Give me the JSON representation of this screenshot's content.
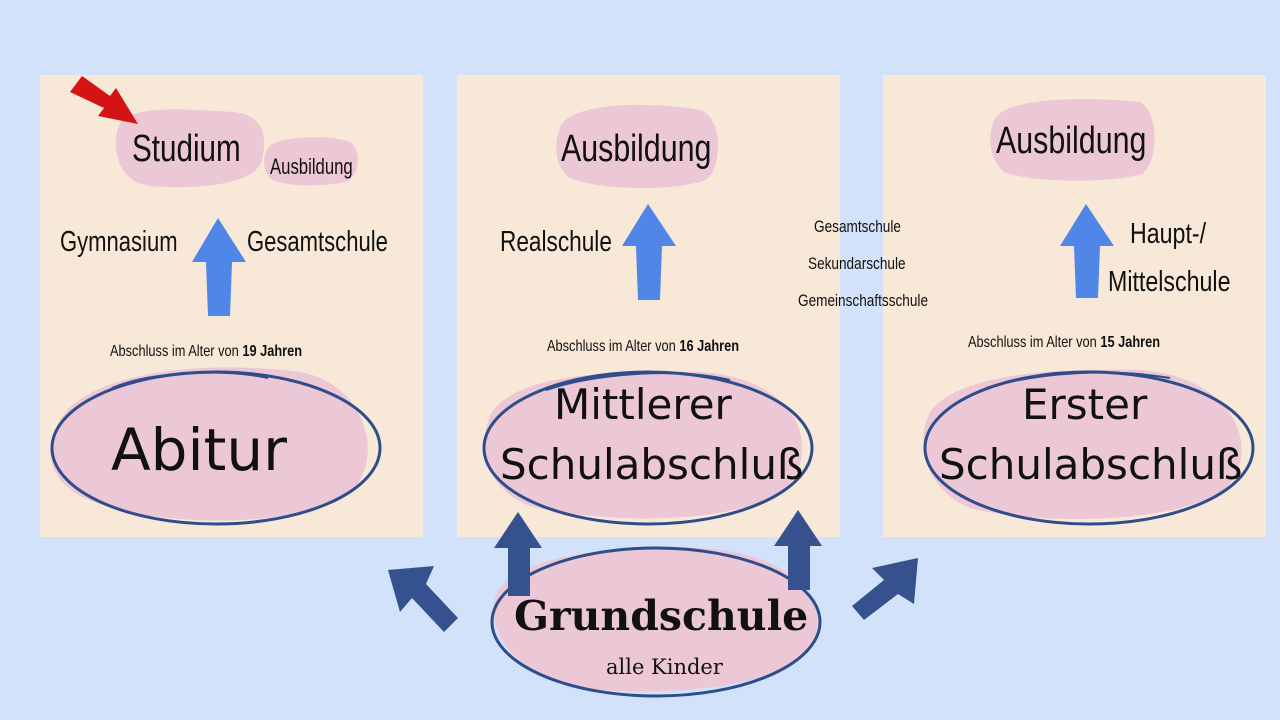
{
  "colors": {
    "background": "#d3e2fb",
    "panel": "#f8e8d7",
    "pink_blob": "#ecc7d6",
    "ellipse_outline": "#2f4d8a",
    "light_arrow": "#4f86e8",
    "dark_arrow": "#35528f",
    "red_arrow": "#d41414"
  },
  "left": {
    "top_main": "Studium",
    "top_side": "Ausbildung",
    "school_left": "Gymnasium",
    "school_right": "Gesamtschule",
    "age_prefix": "Abschluss im Alter von",
    "age_value": "19 Jahren",
    "degree": "Abitur"
  },
  "middle": {
    "top_main": "Ausbildung",
    "school": "Realschule",
    "age_prefix": "Abschluss im Alter von",
    "age_value": "16 Jahren",
    "degree_line1": "Mittlerer",
    "degree_line2": "Schulabschluß"
  },
  "between": {
    "schools": [
      "Gesamtschule",
      "Sekundarschule",
      "Gemeinschaftsschule"
    ]
  },
  "right": {
    "top_main": "Ausbildung",
    "school_line1": "Haupt-/",
    "school_line2": "Mittelschule",
    "age_prefix": "Abschluss im Alter von",
    "age_value": "15 Jahren",
    "degree_line1": "Erster",
    "degree_line2": "Schulabschluß"
  },
  "bottom": {
    "title": "Grundschule",
    "subtitle": "alle Kinder"
  },
  "icons": [
    "red-arrow-icon",
    "up-arrow-icon",
    "diagonal-arrow-icon"
  ]
}
